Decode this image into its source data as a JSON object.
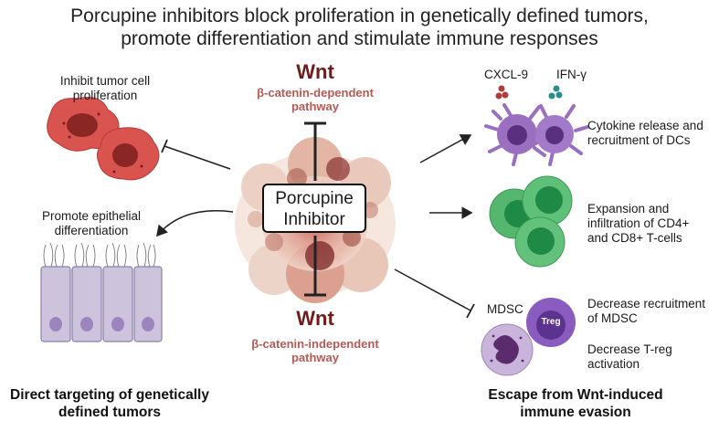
{
  "title": {
    "line1": "Porcupine inhibitors block proliferation in genetically defined tumors,",
    "line2": "promote differentiation and stimulate immune responses"
  },
  "center": {
    "wnt_top": "Wnt",
    "dependent_line1": "β-catenin-dependent",
    "dependent_line2": "pathway",
    "inhibitor_line1": "Porcupine",
    "inhibitor_line2": "Inhibitor",
    "wnt_bottom": "Wnt",
    "independent_line1": "β-catenin-independent",
    "independent_line2": "pathway"
  },
  "left": {
    "inhibit_line1": "Inhibit tumor cell",
    "inhibit_line2": "proliferation",
    "promote_line1": "Promote epithelial",
    "promote_line2": "differentiation",
    "footer_line1": "Direct targeting of genetically",
    "footer_line2": "defined tumors"
  },
  "right": {
    "cxcl9": "CXCL-9",
    "ifng": "IFN-γ",
    "cytokine_line1": "Cytokine release and",
    "cytokine_line2": "recruitment of DCs",
    "expansion_line1": "Expansion and",
    "expansion_line2": "infiltration of CD4+",
    "expansion_line3": "and CD8+ T-cells",
    "mdsc": "MDSC",
    "treg": "Treg",
    "decrease1_line1": "Decrease recruitment",
    "decrease1_line2": "of MDSC",
    "decrease2_line1": "Decrease T-reg",
    "decrease2_line2": "activation",
    "footer_line1": "Escape from Wnt-induced",
    "footer_line2": "immune evasion"
  },
  "colors": {
    "wnt": "#6e1d1a",
    "pathway": "#b55a55",
    "tumor_cell": "#d9534f",
    "dc_cell": "#9b6fc0",
    "t_cell": "#55b66f",
    "epithelial": "#cdc3dd",
    "treg": "#8a5cc0",
    "cxcl9_dot": "#b23a3a",
    "ifng_dot": "#2a8c8f"
  },
  "icons": [
    "tumor-cell-icon",
    "epithelium-icon",
    "dendritic-cell-icon",
    "t-cell-icon",
    "mdsc-icon",
    "treg-icon",
    "tumor-mass-icon"
  ]
}
